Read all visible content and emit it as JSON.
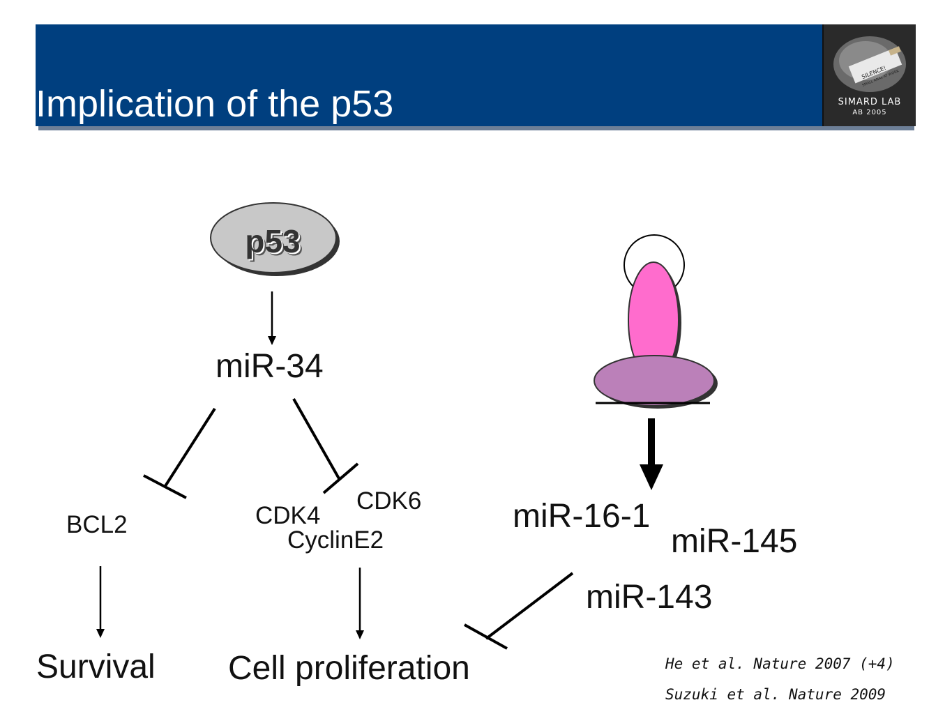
{
  "header": {
    "title": "Implication of the p53",
    "logo_line1": "SIMARD LAB",
    "logo_line2": "AB 2005",
    "logo_note_line1": "SILENCE!",
    "logo_note_line2": "SMALL RNAs AT WORK"
  },
  "nodes": {
    "p53": "p53",
    "mir34": "miR-34",
    "bcl2": "BCL2",
    "cdk4": "CDK4",
    "cdk6": "CDK6",
    "cycline2": "CyclinE2",
    "survival": "Survival",
    "cell_proliferation": "Cell proliferation",
    "mir16_1": "miR-16-1",
    "mir145": "miR-145",
    "mir143": "miR-143"
  },
  "references": [
    "He et al. Nature 2007 (+4)",
    "Suzuki et al. Nature 2009"
  ],
  "colors": {
    "header_bg": "#003f7f",
    "p53_fill": "#c8c8c8",
    "protein_pink": "#ff6ccd",
    "protein_purple": "#bb80b9"
  }
}
